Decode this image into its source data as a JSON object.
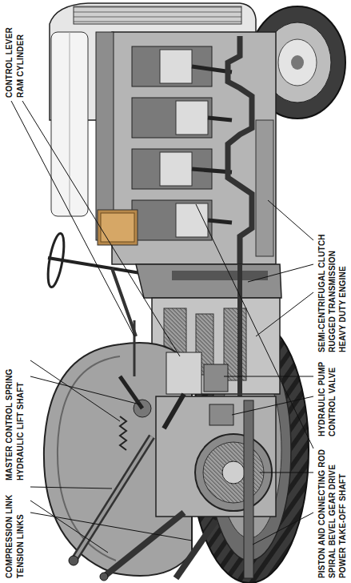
{
  "diagram": {
    "labels": [
      "CONTROL LEVER",
      "RAM CYLINDER",
      "MASTER CONTROL SPRING",
      "HYDRAULIC LIFT SHAFT",
      "COMPRESSION LINK",
      "TENSION LINKS",
      "SEMI-CENTRIFUGAL CLUTCH",
      "RUGGED TRANSMISSION",
      "HEAVY DUTY ENGINE",
      "HYDRAULIC PUMP",
      "CONTROL VALVE",
      "PISTON AND CONNECTING ROD",
      "SPIRAL BEVEL GEAR DRIVE",
      "POWER TAKE-OFF SHAFT"
    ]
  }
}
